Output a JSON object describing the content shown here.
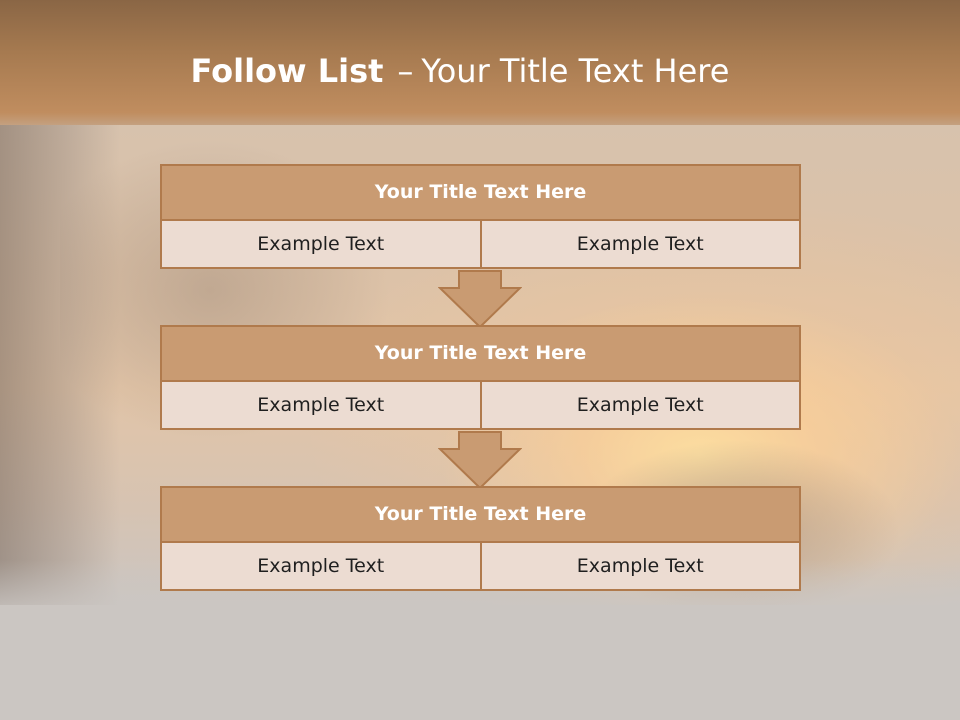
{
  "slide": {
    "title_bold": "Follow List",
    "title_separator": "–",
    "title_rest": "Your Title Text Here"
  },
  "blocks": [
    {
      "title": "Your Title Text Here",
      "left": "Example Text",
      "right": "Example Text"
    },
    {
      "title": "Your Title Text Here",
      "left": "Example Text",
      "right": "Example Text"
    },
    {
      "title": "Your Title Text Here",
      "left": "Example Text",
      "right": "Example Text"
    }
  ],
  "colors": {
    "header_band": "#a67a50",
    "block_header_fill": "#c99b72",
    "block_border": "#b07a4c",
    "cell_fill": "#ecdcd2",
    "arrow_fill": "#c99b72"
  },
  "icons": {
    "connector": "down-arrow-icon"
  }
}
